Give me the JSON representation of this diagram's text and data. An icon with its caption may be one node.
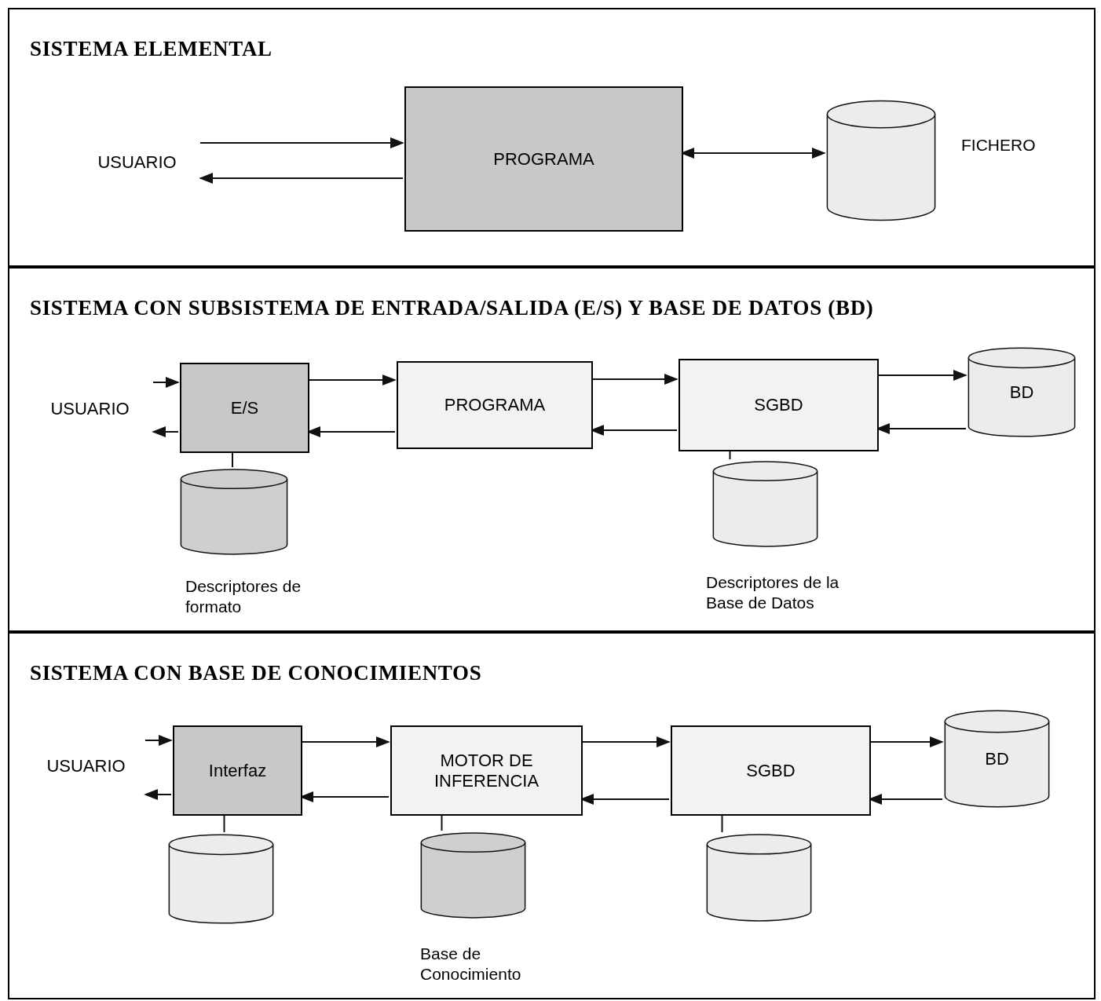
{
  "diagram": {
    "nodes": [
      {
        "text": [
          "SISTEMA ELEMENTAL"
        ]
      },
      {
        "text": [
          "USUARIO"
        ],
        "in": 0
      },
      {
        "text": [
          "PROGRAMA"
        ],
        "in": 0
      },
      {
        "text": [],
        "shape": "cylinder",
        "beside": [
          "FICHERO"
        ],
        "in": 0
      },
      {
        "text": [
          "SISTEMA CON SUBSISTEMA DE ENTRADA/SALIDA (E/S) Y BASE DE DATOS (BD)"
        ]
      },
      {
        "text": [
          "USUARIO"
        ],
        "in": 4
      },
      {
        "text": [
          "E/S"
        ],
        "in": 4
      },
      {
        "text": [
          "PROGRAMA"
        ],
        "in": 4
      },
      {
        "text": [
          "SGBD"
        ],
        "in": 4
      },
      {
        "text": [
          "BD"
        ],
        "in": 4
      },
      {
        "text": [],
        "shape": "cylinder",
        "beside": [
          "Descriptores de formato"
        ],
        "in": 4
      },
      {
        "text": [],
        "shape": "cylinder",
        "beside": [
          "Descriptores de la Base de Datos"
        ],
        "in": 4
      },
      {
        "text": [
          "SISTEMA CON BASE DE CONOCIMIENTOS"
        ]
      },
      {
        "text": [
          "USUARIO"
        ],
        "in": 12
      },
      {
        "text": [
          "Interfaz"
        ],
        "in": 12
      },
      {
        "text": [
          "MOTOR DE INFERENCIA"
        ],
        "in": 12
      },
      {
        "text": [
          "SGBD"
        ],
        "in": 12
      },
      {
        "text": [
          "BD"
        ],
        "in": 12
      },
      {
        "text": [],
        "shape": "cylinder",
        "in": 12
      },
      {
        "text": [],
        "shape": "cylinder",
        "beside": [
          "Base de Conocimiento"
        ],
        "in": 12
      },
      {
        "text": [],
        "shape": "cylinder",
        "in": 12
      }
    ],
    "edges": [
      {
        "from": 1,
        "to": 2,
        "arrow": "to"
      },
      {
        "from": 2,
        "to": 1,
        "arrow": "to"
      },
      {
        "from": 2,
        "to": 3,
        "arrow": "both"
      },
      {
        "from": 5,
        "to": 6,
        "arrow": "to"
      },
      {
        "from": 6,
        "to": 5,
        "arrow": "to"
      },
      {
        "from": 6,
        "to": 7,
        "arrow": "to"
      },
      {
        "from": 7,
        "to": 6,
        "arrow": "to"
      },
      {
        "from": 7,
        "to": 8,
        "arrow": "to"
      },
      {
        "from": 8,
        "to": 7,
        "arrow": "to"
      },
      {
        "from": 8,
        "to": 9,
        "arrow": "to"
      },
      {
        "from": 9,
        "to": 8,
        "arrow": "to"
      },
      {
        "from": 6,
        "to": 10,
        "arrow": "none"
      },
      {
        "from": 8,
        "to": 11,
        "arrow": "none"
      },
      {
        "from": 13,
        "to": 14,
        "arrow": "to"
      },
      {
        "from": 14,
        "to": 13,
        "arrow": "to"
      },
      {
        "from": 14,
        "to": 15,
        "arrow": "to"
      },
      {
        "from": 15,
        "to": 14,
        "arrow": "to"
      },
      {
        "from": 15,
        "to": 16,
        "arrow": "to"
      },
      {
        "from": 16,
        "to": 15,
        "arrow": "to"
      },
      {
        "from": 16,
        "to": 17,
        "arrow": "to"
      },
      {
        "from": 17,
        "to": 16,
        "arrow": "to"
      },
      {
        "from": 14,
        "to": 18,
        "arrow": "none"
      },
      {
        "from": 15,
        "to": 19,
        "arrow": "none"
      },
      {
        "from": 16,
        "to": 20,
        "arrow": "none"
      }
    ]
  }
}
